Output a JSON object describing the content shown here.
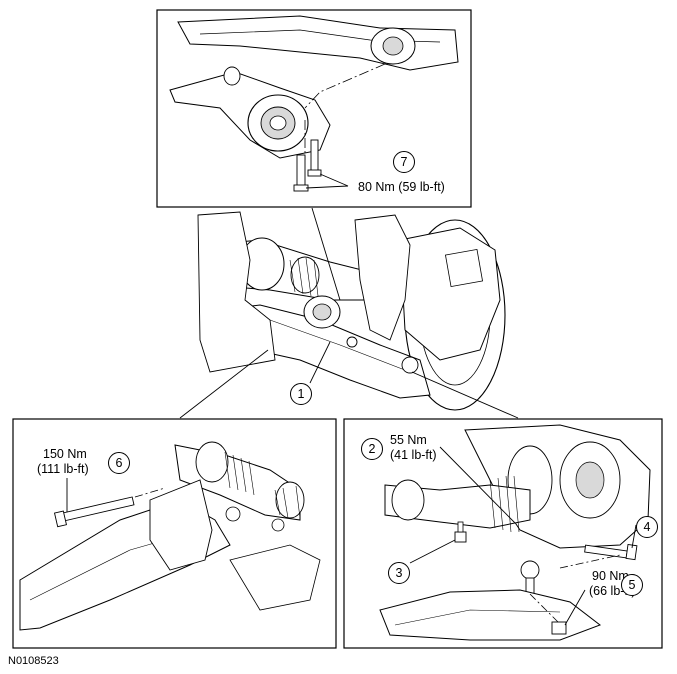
{
  "figure_id": "N0108523",
  "callouts": [
    "1",
    "2",
    "3",
    "4",
    "5",
    "6",
    "7"
  ],
  "torques": {
    "t7": "80 Nm (59 lb-ft)",
    "t6_line1": "150 Nm",
    "t6_line2": "(111 lb-ft)",
    "t2_line1": "55 Nm",
    "t2_line2": "(41 lb-ft)",
    "t5_line1": "90 Nm",
    "t5_line2": "(66 lb-ft)"
  },
  "colors": {
    "line": "#000000",
    "fill": "#ffffff",
    "shade": "#d9d9d9"
  }
}
